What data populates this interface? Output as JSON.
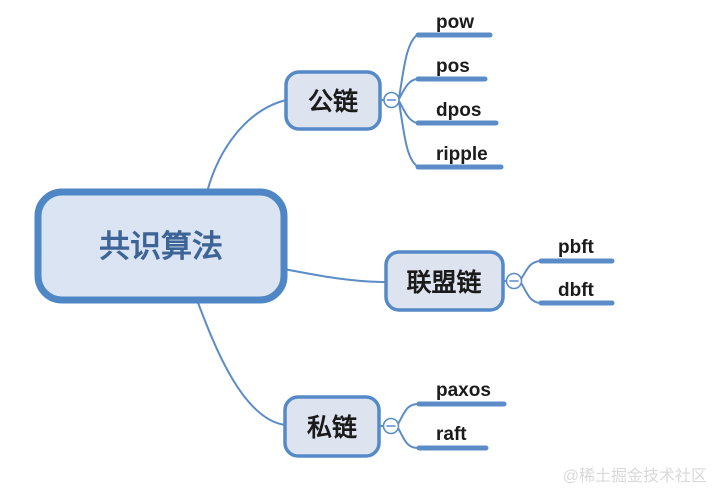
{
  "diagram": {
    "type": "mindmap",
    "root": {
      "label": "共识算法"
    },
    "branches": [
      {
        "label": "公链",
        "children": [
          "pow",
          "pos",
          "dpos",
          "ripple"
        ]
      },
      {
        "label": "联盟链",
        "children": [
          "pbft",
          "dbft"
        ]
      },
      {
        "label": "私链",
        "children": [
          "paxos",
          "raft"
        ]
      }
    ]
  },
  "icons": {
    "collapse": "minus-in-circle"
  },
  "colors": {
    "line": "#5b8cc8",
    "root_border": "#4e86c6",
    "root_fill": "#dbe4f3",
    "root_text": "#3d6496",
    "branch_fill": "#dee4ef",
    "branch_border": "#5589c8",
    "leaf_text": "#1b1b1b",
    "watermark": "#d9d9d9"
  },
  "watermark": {
    "text": "@稀土掘金技术社区"
  }
}
